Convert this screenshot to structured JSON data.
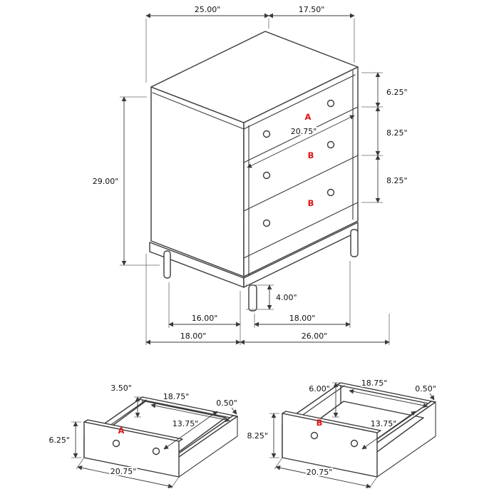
{
  "colors": {
    "line": "#3a3a3a",
    "dim_text": "#111111",
    "accent_red": "#e01414",
    "background": "#ffffff"
  },
  "main_view": {
    "description": "three-drawer chest isometric dimension view",
    "drawer_labels": {
      "a": "A",
      "b1": "B",
      "b2": "B"
    },
    "dims": {
      "top_width": "25.00\"",
      "top_depth": "17.50\"",
      "overall_height": "29.00\"",
      "drawer_a_front_height": "6.25\"",
      "drawer_b1_front_height": "8.25\"",
      "drawer_b2_front_height": "8.25\"",
      "drawer_front_width": "20.75\"",
      "leg_height": "4.00\"",
      "leg_span_depth": "16.00\"",
      "leg_span_width": "18.00\"",
      "overall_depth": "18.00\"",
      "overall_width": "26.00\""
    }
  },
  "drawer_a_view": {
    "label": "A",
    "dims": {
      "back_height": "3.50\"",
      "inner_width": "18.75\"",
      "front_height": "6.25\"",
      "wall_thickness": "0.50\"",
      "inner_depth": "13.75\"",
      "front_width": "20.75\""
    }
  },
  "drawer_b_view": {
    "label": "B",
    "dims": {
      "back_height": "6.00\"",
      "inner_width": "18.75\"",
      "front_height": "8.25\"",
      "wall_thickness": "0.50\"",
      "inner_depth": "13.75\"",
      "front_width": "20.75\""
    }
  }
}
